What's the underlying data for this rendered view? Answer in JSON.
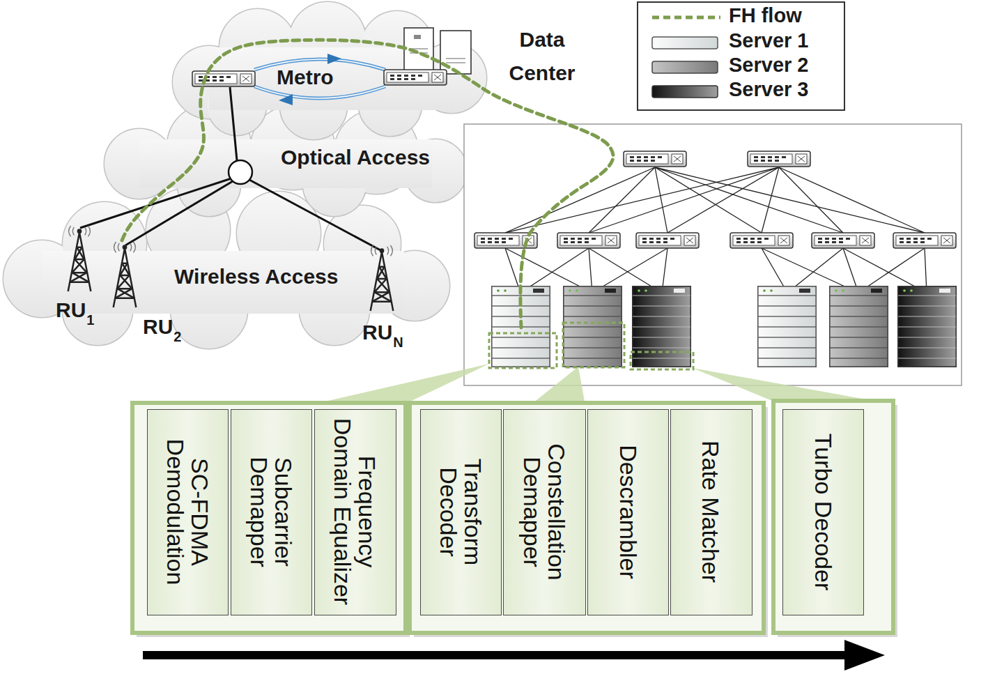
{
  "diagram": {
    "nodes": [
      {
        "text": [
          "SC-FDMA Demodulation"
        ]
      },
      {
        "text": [
          "Subcarrier Demapper"
        ]
      },
      {
        "text": [
          "Frequency Domain Equalizer"
        ]
      },
      {
        "text": [
          "Transform Decoder"
        ]
      },
      {
        "text": [
          "Constellation Demapper"
        ]
      },
      {
        "text": [
          "Descrambler"
        ]
      },
      {
        "text": [
          "Rate Matcher"
        ]
      },
      {
        "text": [
          "Turbo Decoder"
        ]
      }
    ],
    "labels": [
      "Data Center",
      "Metro",
      "Optical Access",
      "Wireless Access",
      "RU",
      "1",
      "RU",
      "2",
      "RU",
      "N"
    ],
    "legend": [
      {
        "text": "FH flow"
      },
      {
        "text": "Server 1"
      },
      {
        "text": "Server 2"
      },
      {
        "text": "Server 3"
      }
    ]
  }
}
